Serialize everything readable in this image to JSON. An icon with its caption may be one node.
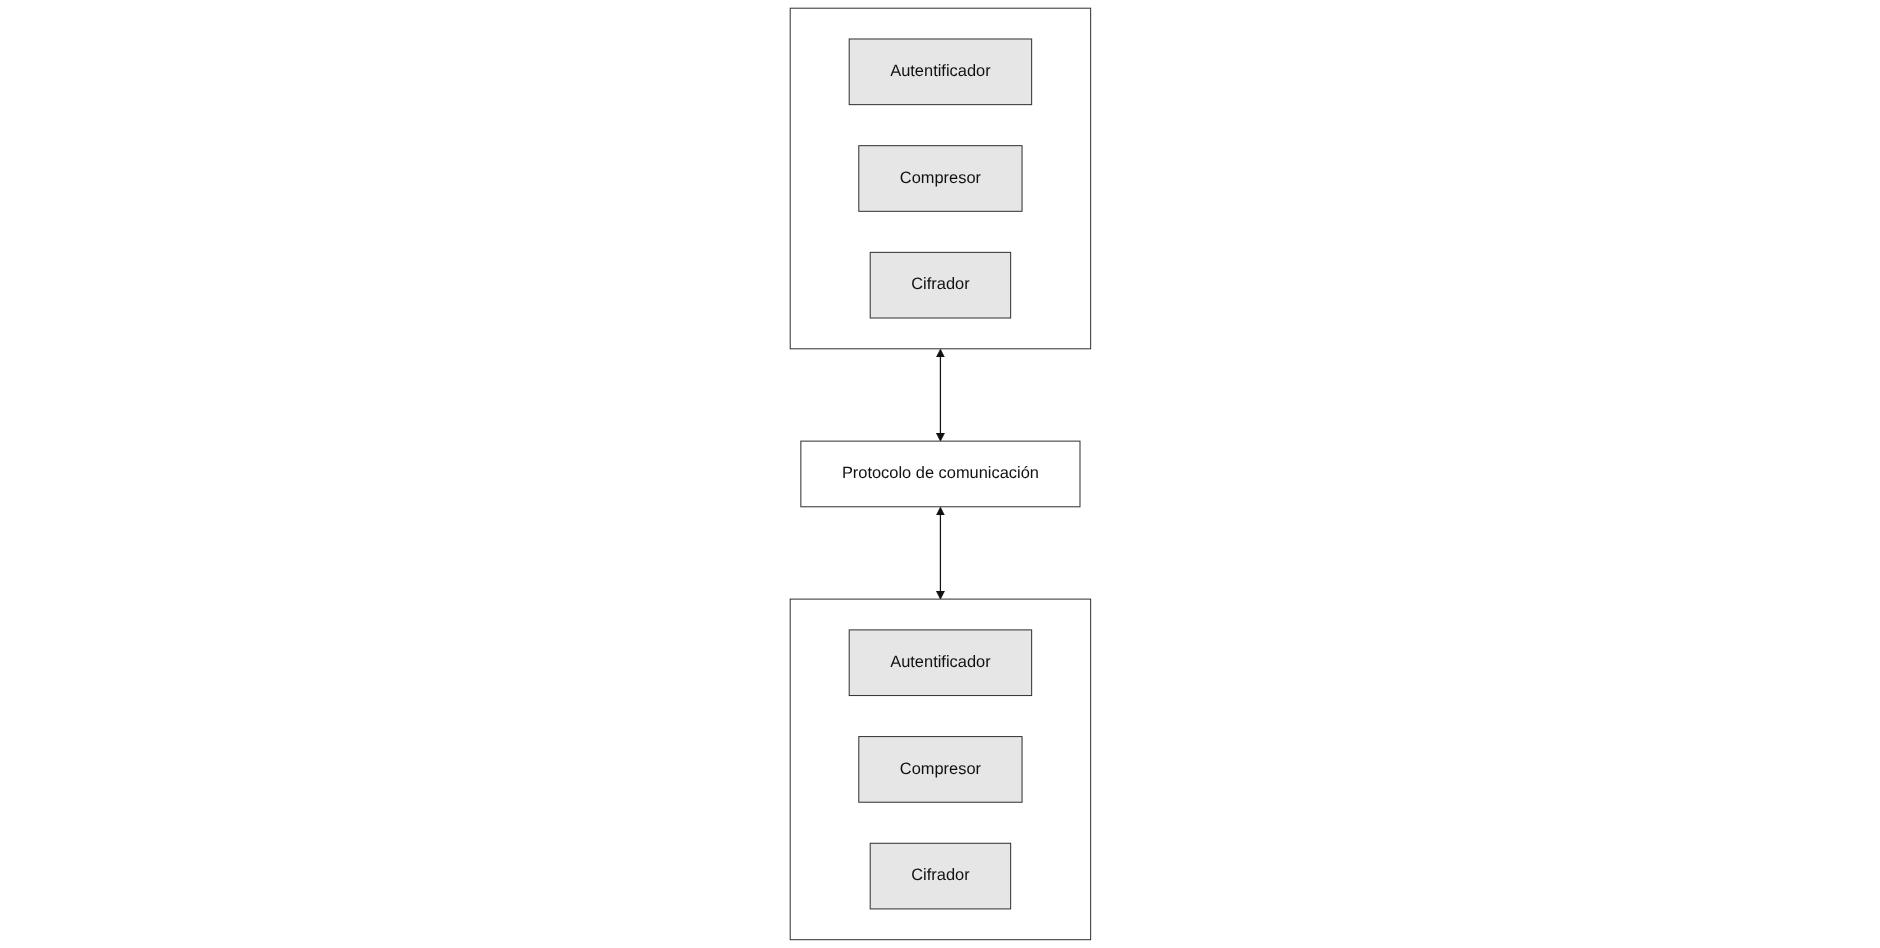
{
  "diagram": {
    "nodes": [
      {
        "text": [],
        "shape": "box"
      },
      {
        "text": [
          "Autentificador"
        ],
        "in": 0
      },
      {
        "text": [
          "Compresor"
        ],
        "in": 0
      },
      {
        "text": [
          "Cifrador"
        ],
        "in": 0
      },
      {
        "text": [
          "Protocolo de comunicación"
        ]
      },
      {
        "text": [],
        "shape": "box"
      },
      {
        "text": [
          "Autentificador"
        ],
        "in": 5
      },
      {
        "text": [
          "Compresor"
        ],
        "in": 5
      },
      {
        "text": [
          "Cifrador"
        ],
        "in": 5
      }
    ],
    "edges": [
      {
        "from": 0,
        "to": 4,
        "arrow": "both"
      },
      {
        "from": 4,
        "to": 5,
        "arrow": "both"
      }
    ]
  }
}
